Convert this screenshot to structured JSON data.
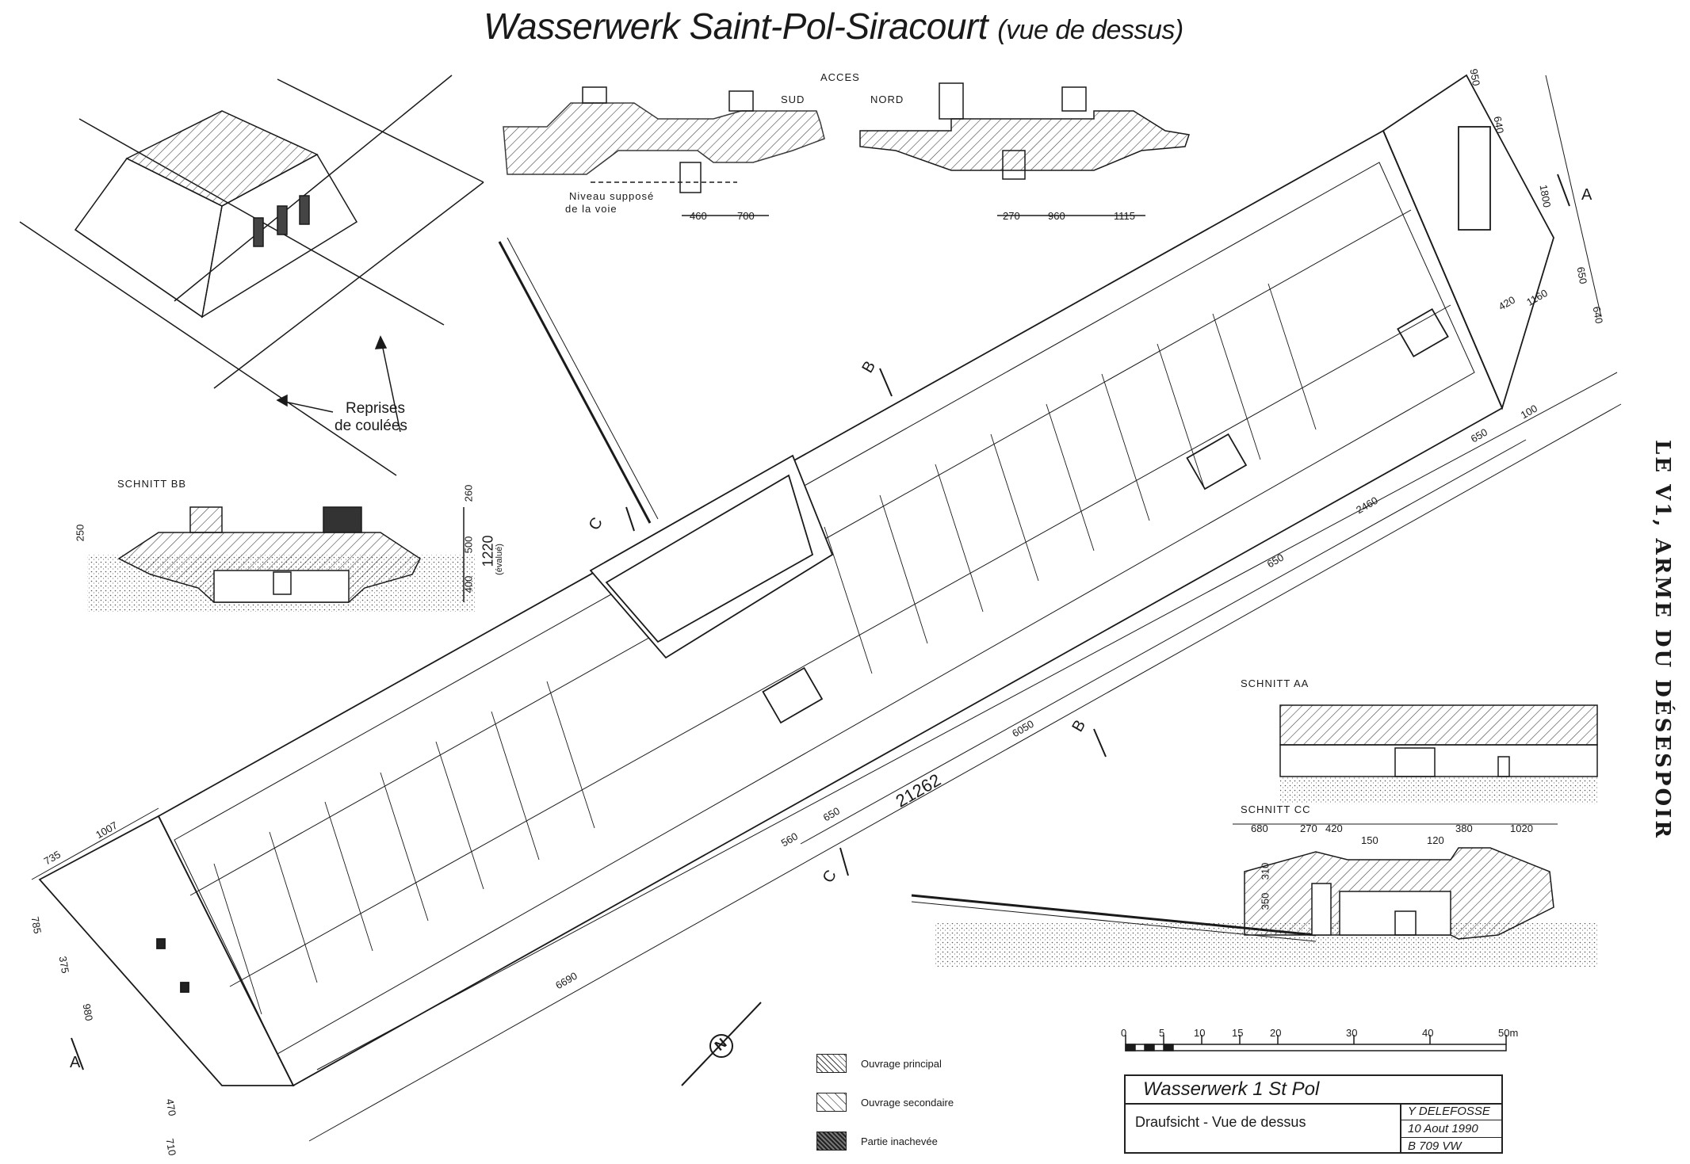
{
  "title": {
    "main": "Wasserwerk Saint-Pol-Siracourt",
    "sub": "(vue de dessus)"
  },
  "side_text": "LE V1, ARME DU DÉSESPOIR",
  "iso_view": {
    "note_line1": "Reprises",
    "note_line2": "de coulées"
  },
  "acces": {
    "title": "ACCES",
    "sud": "SUD",
    "nord": "NORD",
    "niveau_line1": "Niveau supposé",
    "niveau_line2": "de la voie",
    "dims_left": [
      "460",
      "700"
    ],
    "dims_right": [
      "270",
      "960",
      "1115"
    ]
  },
  "schnitt_bb": {
    "title": "SCHNITT BB",
    "dims": [
      "250",
      "260",
      "500",
      "400"
    ],
    "total": "1220",
    "evalue": "(évalué)"
  },
  "schnitt_aa": {
    "title": "SCHNITT AA"
  },
  "schnitt_cc": {
    "title": "SCHNITT CC",
    "dims": [
      "680",
      "270",
      "420",
      "150",
      "120",
      "380",
      "1020",
      "310",
      "350"
    ]
  },
  "plan": {
    "dims": {
      "d21262": "21262",
      "d6050": "6050",
      "d6690": "6690",
      "d2460": "2460",
      "d650a": "650",
      "d650b": "650",
      "d650c": "650",
      "d560": "560",
      "d100": "100",
      "d1007": "1007",
      "d735": "735",
      "d785": "785",
      "d375": "375",
      "d980": "980",
      "d470": "470",
      "d710": "710",
      "d950": "950",
      "d640a": "640",
      "d1800": "1800",
      "d650e": "650",
      "d640b": "640",
      "d420": "420",
      "d1160": "1160"
    },
    "section_marks": {
      "a": "A",
      "b": "B",
      "c": "C"
    },
    "north": "N"
  },
  "scale": {
    "ticks": [
      "0",
      "5",
      "10",
      "15",
      "20",
      "30",
      "40",
      "50m"
    ]
  },
  "legend": [
    {
      "label": "Ouvrage principal"
    },
    {
      "label": "Ouvrage secondaire"
    },
    {
      "label": "Partie inachevée"
    }
  ],
  "cartouche": {
    "title": "Wasserwerk 1 St Pol",
    "subtitle": "Draufsicht - Vue de dessus",
    "author": "Y DELEFOSSE",
    "date": "10 Aout 1990",
    "ref": "B 709 VW"
  }
}
